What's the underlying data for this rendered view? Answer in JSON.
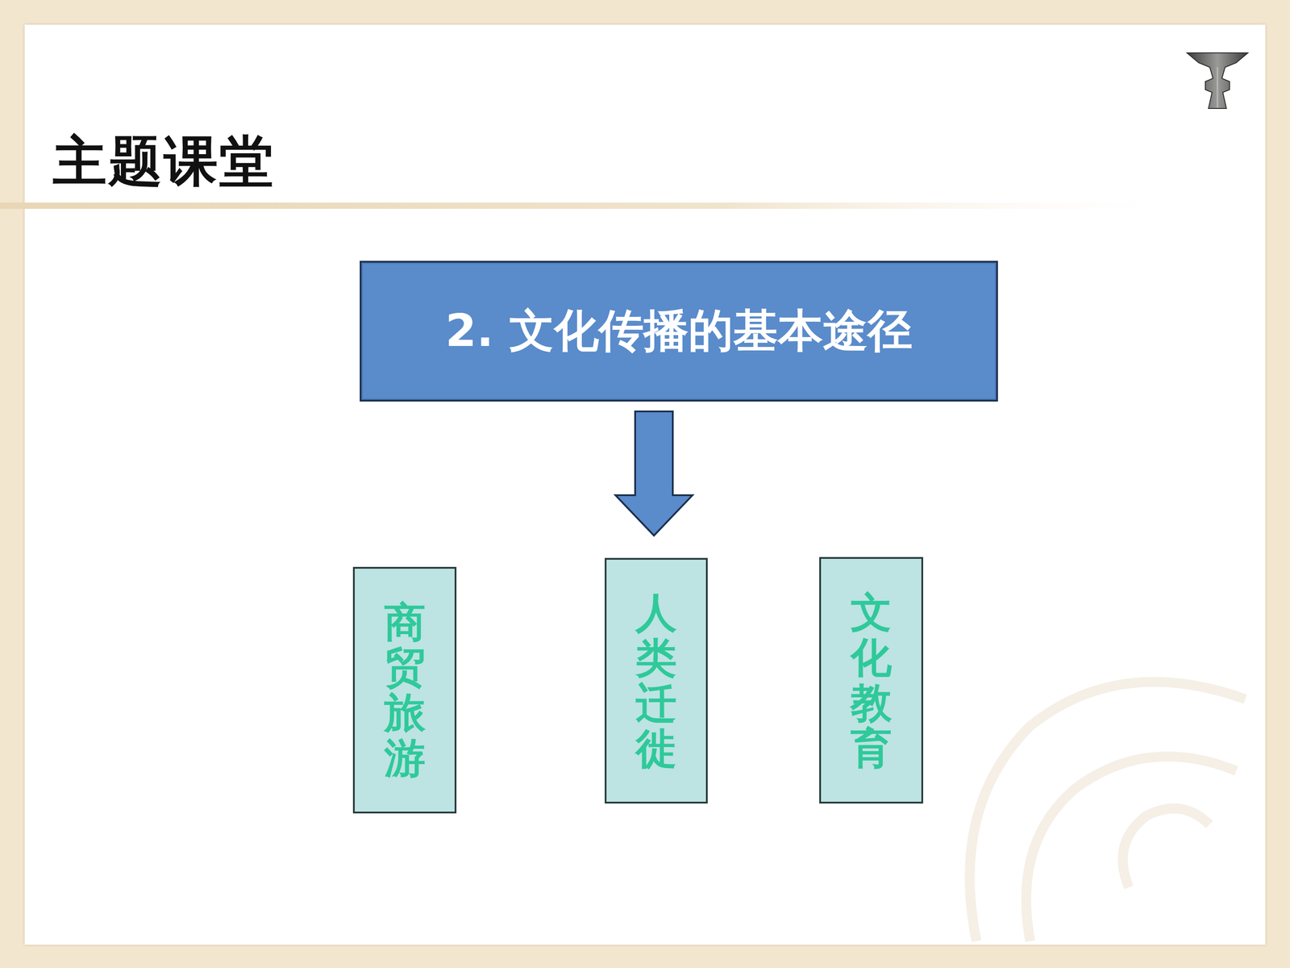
{
  "diagram": {
    "title": "主题课堂",
    "nodes": [
      {
        "text": [
          "2. 文化传播的基本途径"
        ]
      },
      {
        "text": [
          "商贸旅游"
        ]
      },
      {
        "text": [
          "人类迁徙"
        ]
      },
      {
        "text": [
          "文化教育"
        ]
      }
    ],
    "edges": [
      {
        "from": 0,
        "to": 2,
        "arrow": "to"
      }
    ]
  }
}
